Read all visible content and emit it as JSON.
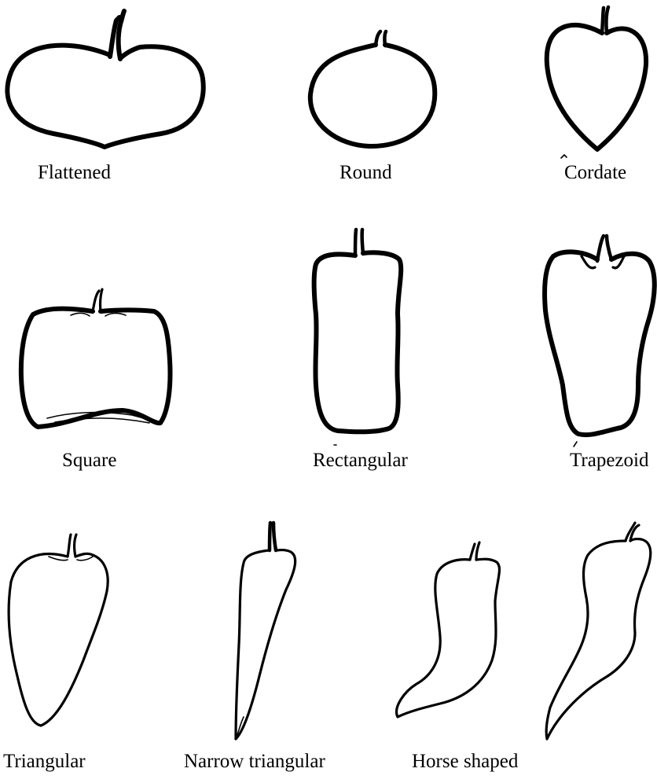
{
  "figure": {
    "labels": {
      "flattened": "Flattened",
      "round": "Round",
      "cordate": "Cordate",
      "square": "Square",
      "rectangular": "Rectangular",
      "trapezoid": "Trapezoid",
      "triangular": "Triangular",
      "narrow_triangular": "Narrow triangular",
      "horse_shaped": "Horse shaped"
    },
    "shape_names": [
      "flattened-fruit-icon",
      "round-fruit-icon",
      "cordate-fruit-icon",
      "square-fruit-icon",
      "rectangular-fruit-icon",
      "trapezoid-fruit-icon",
      "triangular-fruit-icon",
      "narrow-triangular-fruit-icon",
      "horse-shaped-fruit-icon"
    ],
    "colors": {
      "line": "#000000",
      "background": "#ffffff"
    }
  }
}
